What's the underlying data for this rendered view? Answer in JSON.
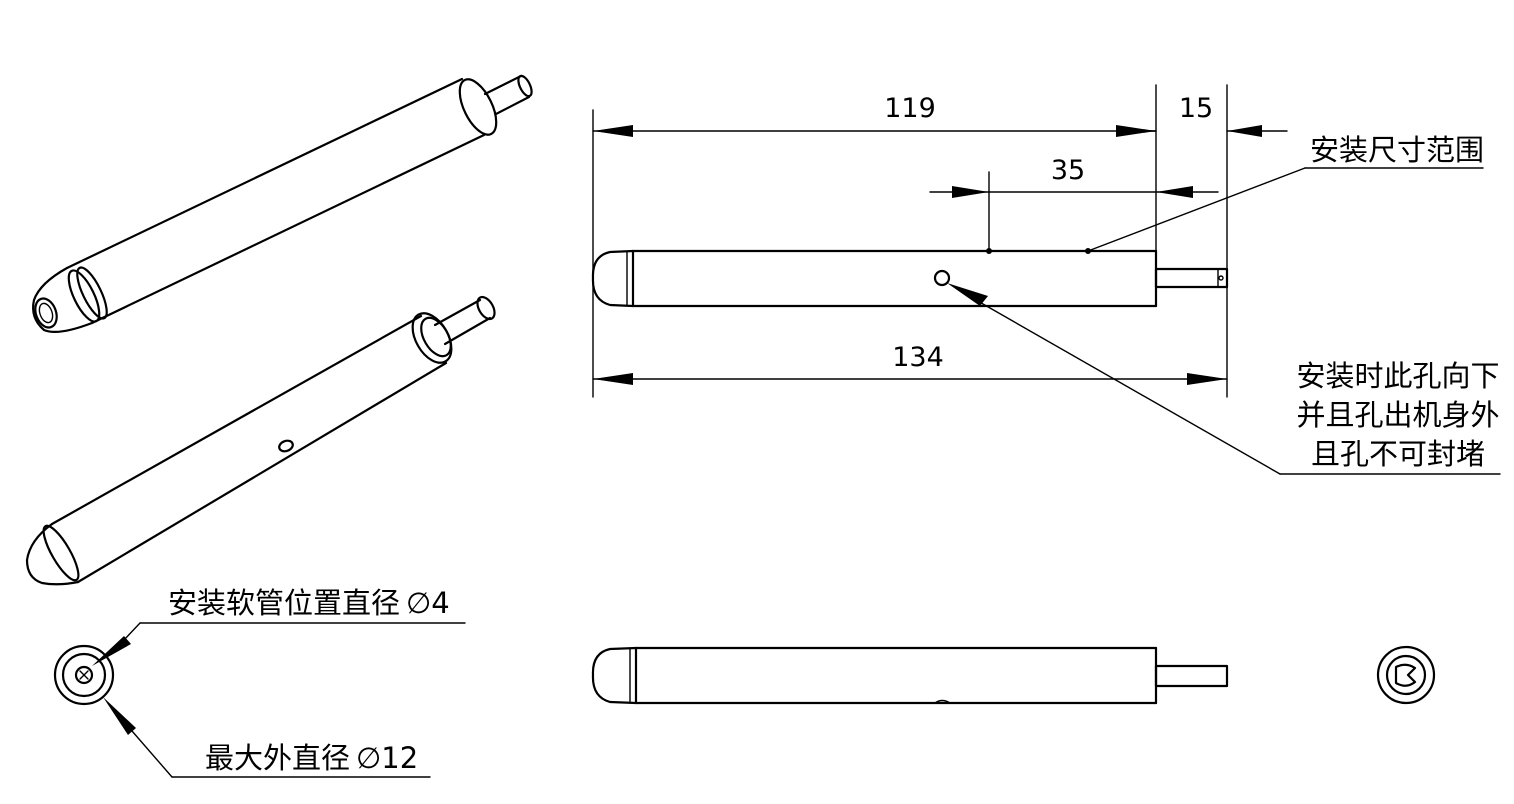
{
  "dimensions": {
    "overall_body": "119",
    "tube_ext": "15",
    "hole_offset": "35",
    "total_length": "134"
  },
  "notes": {
    "install_range": "安装尺寸范围",
    "hole_line1": "安装时此孔向下",
    "hole_line2": "并且孔出机身外",
    "hole_line3": "且孔不可封堵",
    "hose_dia": "安装软管位置直径",
    "hose_val": "4",
    "max_dia": "最大外直径",
    "max_val": "12"
  },
  "symbols": {
    "diameter": "∅"
  }
}
